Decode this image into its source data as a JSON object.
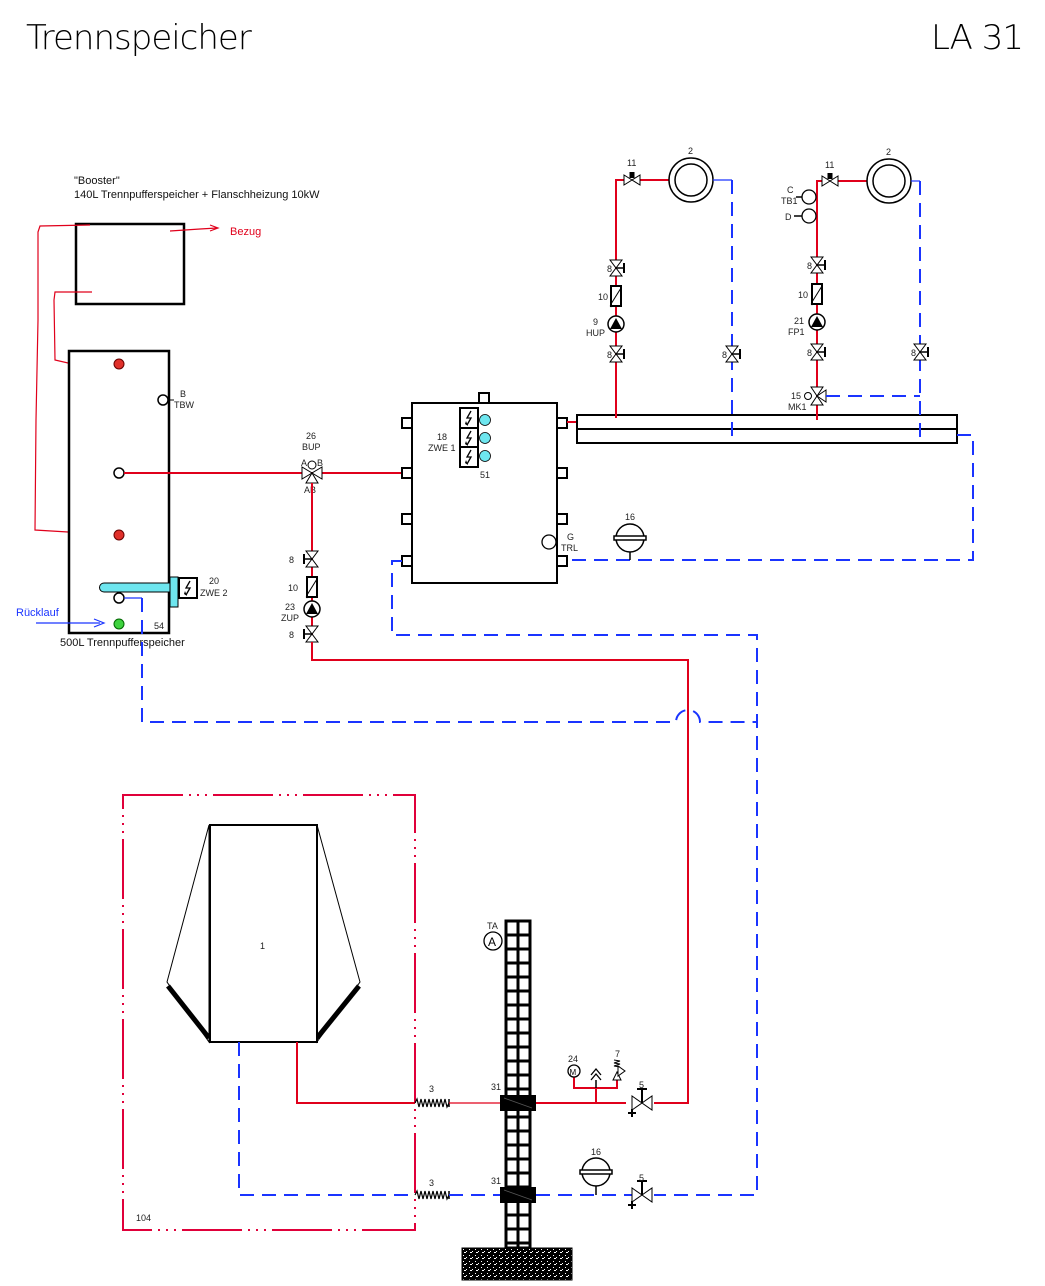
{
  "header": {
    "title": "Trennspeicher",
    "model": "LA 31"
  },
  "booster": {
    "name": "\"Booster\"",
    "description": "140L Trennpufferspeicher + Flanschheizung 10kW",
    "outlet_label": "Bezug"
  },
  "buffer_tank": {
    "label": "500L Trennpufferspeicher",
    "number": "54",
    "sensor_id": "B",
    "sensor_name": "TBW",
    "heater_number": "20",
    "heater_name": "ZWE 2",
    "return_label": "Rücklauf"
  },
  "diverter_valve": {
    "number": "26",
    "name": "BUP",
    "port_a": "A",
    "port_b": "B",
    "port_ab": "AB"
  },
  "circulation": {
    "valve_number": "8",
    "check_valve_number": "10",
    "pump_number": "23",
    "pump_name": "ZUP"
  },
  "hydro_tower": {
    "heater_number": "18",
    "heater_name": "ZWE 1",
    "unit_number": "51",
    "sensor_id": "G",
    "sensor_name": "TRL",
    "expansion_vessel": "16"
  },
  "circuit_1": {
    "radiator_number": "2",
    "vent_number": "11",
    "valve_number": "8",
    "check_valve_number": "10",
    "pump_number": "9",
    "pump_name": "HUP"
  },
  "circuit_2": {
    "radiator_number": "2",
    "vent_number": "11",
    "sensor_c": "C",
    "sensor_c_name": "TB1",
    "sensor_d": "D",
    "valve_number": "8",
    "check_valve_number": "10",
    "pump_number": "21",
    "pump_name": "FP1",
    "mixer_number": "15",
    "mixer_name": "MK1"
  },
  "heat_pump": {
    "unit_number": "1",
    "frame_number": "104",
    "hose_number": "3",
    "wall_duct_number": "31",
    "outdoor_sensor_id": "TA",
    "outdoor_sensor_symbol": "A",
    "manometer_number": "24",
    "safety_valve_number": "7",
    "fill_valve_number": "5",
    "expansion_vessel": "16"
  }
}
